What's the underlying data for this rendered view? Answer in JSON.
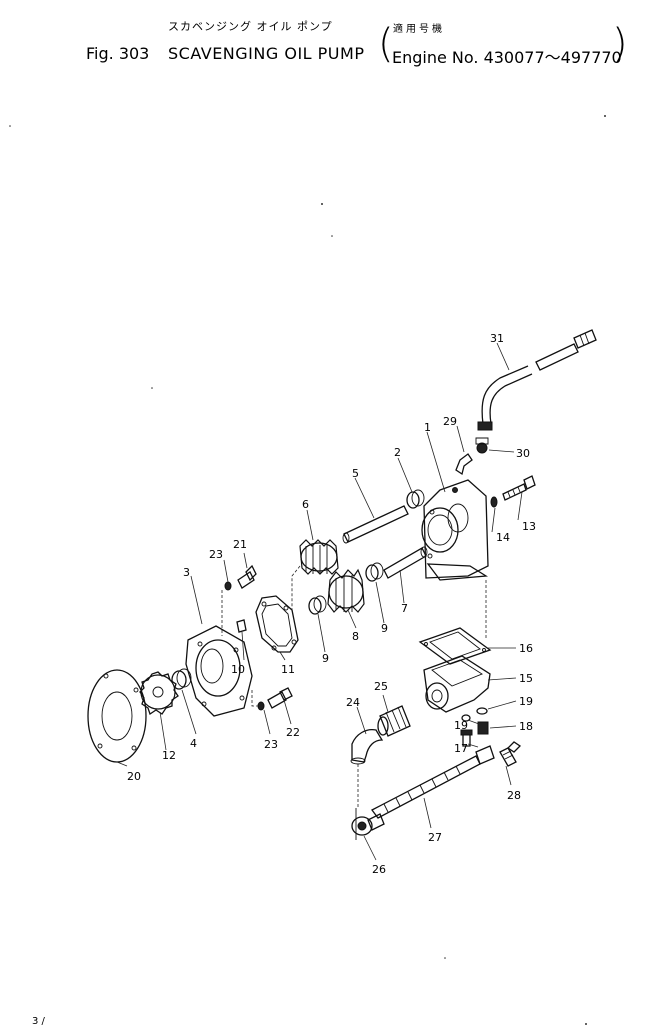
{
  "header": {
    "title_jp": "スカベンジング オイル ポンプ",
    "model_jp": "適用号機",
    "fig_label": "Fig. 303",
    "title_en": "SCAVENGING OIL PUMP",
    "engine_no": "Engine No. 430077～497770",
    "paren_open": "(",
    "paren_close": ")"
  },
  "callouts": {
    "p1": "1",
    "p2": "2",
    "p3": "3",
    "p4": "4",
    "p5": "5",
    "p6": "6",
    "p7": "7",
    "p8": "8",
    "p9a": "9",
    "p9b": "9",
    "p10": "10",
    "p11": "11",
    "p12": "12",
    "p13": "13",
    "p14": "14",
    "p15": "15",
    "p16": "16",
    "p17": "17",
    "p18": "18",
    "p19a": "19",
    "p19b": "19",
    "p20": "20",
    "p21": "21",
    "p22": "22",
    "p23a": "23",
    "p23b": "23",
    "p24": "24",
    "p25": "25",
    "p26": "26",
    "p27": "27",
    "p28": "28",
    "p29": "29",
    "p30": "30",
    "p31": "31"
  },
  "footer": {
    "corner_mark": "3 /"
  }
}
